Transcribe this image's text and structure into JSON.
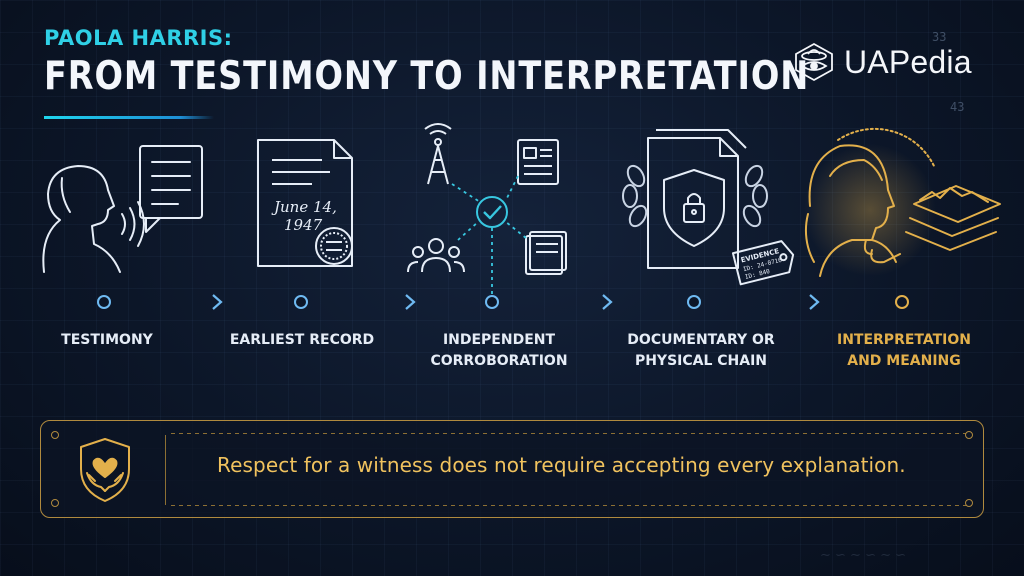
{
  "header": {
    "subtitle": "PAOLA HARRIS:",
    "title": "FROM TESTIMONY TO INTERPRETATION"
  },
  "logo": {
    "text": "UAPedia",
    "icon": "ufo-eye-logo-icon"
  },
  "background_numbers": [
    "33",
    "43"
  ],
  "steps": [
    {
      "label_line1": "TESTIMONY",
      "label_line2": "",
      "icon": "speaking-witness-icon",
      "highlight": false
    },
    {
      "label_line1": "EARLIEST RECORD",
      "label_line2": "",
      "icon": "dated-document-icon",
      "highlight": false,
      "document_date_line1": "June 14,",
      "document_date_line2": "1947"
    },
    {
      "label_line1": "INDEPENDENT",
      "label_line2": "CORROBORATION",
      "icon": "network-check-icon",
      "highlight": false
    },
    {
      "label_line1": "DOCUMENTARY OR",
      "label_line2": "PHYSICAL CHAIN",
      "icon": "chained-evidence-icon",
      "highlight": false,
      "tag_line1": "EVIDENCE",
      "tag_line2": "ID: 24-0716",
      "tag_line3": "ID: 840"
    },
    {
      "label_line1": "INTERPRETATION",
      "label_line2": "AND MEANING",
      "icon": "thinking-person-icon",
      "highlight": true
    }
  ],
  "banner": {
    "text": "Respect for a witness does not require accepting every explanation.",
    "icon": "shield-heart-hands-icon"
  },
  "colors": {
    "accent_cyan": "#2fd0e6",
    "accent_gold": "#e3b04b",
    "line_blue": "#4fa3e6"
  }
}
